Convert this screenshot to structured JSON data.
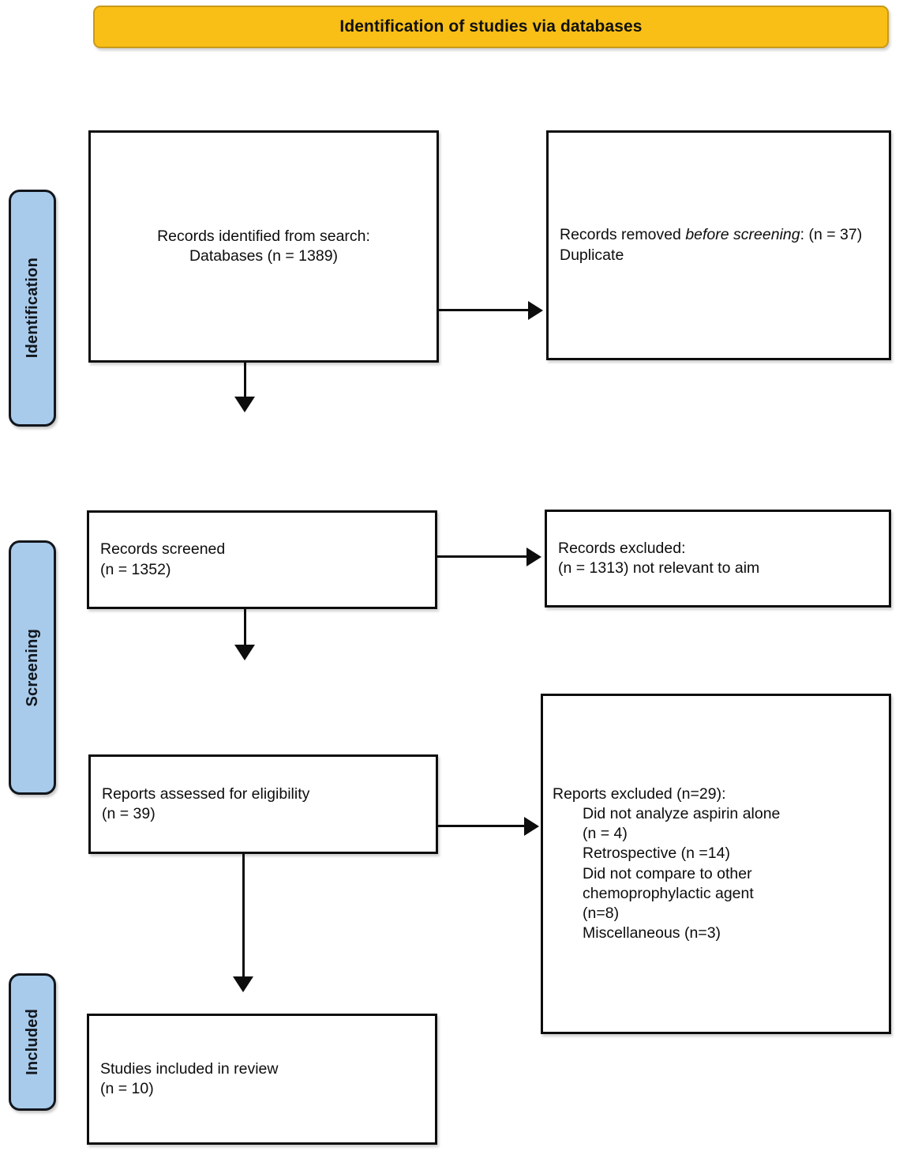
{
  "banner": {
    "title": "Identification of studies via databases",
    "fill_color": "#f9bf16",
    "border_color": "#c9991a"
  },
  "stages": [
    {
      "id": "identification",
      "label": "Identification",
      "fill_color": "#a8cbeb"
    },
    {
      "id": "screening",
      "label": "Screening",
      "fill_color": "#a8cbeb"
    },
    {
      "id": "included",
      "label": "Included",
      "fill_color": "#a8cbeb"
    }
  ],
  "boxes": {
    "identified": {
      "line1": "Records identified from search:",
      "line2": "Databases (n = 1389)",
      "text": "Records identified from search:\nDatabases (n = 1389)"
    },
    "removed": {
      "prefix": "Records removed ",
      "italic1": "before",
      "italic2": "screening",
      "suffix": ": (n = 37) Duplicate"
    },
    "screened": {
      "text": "Records screened\n(n = 1352)"
    },
    "excluded": {
      "text": "Records excluded:\n(n = 1313) not relevant to aim"
    },
    "eligibility": {
      "text": "Reports assessed for eligibility\n(n = 39)"
    },
    "reports_excluded": {
      "heading": "Reports excluded (n=29):",
      "items": [
        "Did not analyze aspirin alone",
        "(n = 4)",
        "Retrospective (n =14)",
        "Did not compare to other",
        "chemoprophylactic agent",
        "(n=8)",
        "Miscellaneous (n=3)"
      ]
    },
    "included": {
      "text": "Studies included in review\n(n = 10)"
    }
  },
  "chart_data": {
    "type": "diagram",
    "title": "Identification of studies via databases",
    "nodes": [
      {
        "id": "identified",
        "stage": "Identification",
        "label": "Records identified from search: Databases",
        "n": 1389
      },
      {
        "id": "removed",
        "stage": "Identification",
        "label": "Records removed before screening: Duplicate",
        "n": 37
      },
      {
        "id": "screened",
        "stage": "Screening",
        "label": "Records screened",
        "n": 1352
      },
      {
        "id": "excluded",
        "stage": "Screening",
        "label": "Records excluded: not relevant to aim",
        "n": 1313
      },
      {
        "id": "eligibility",
        "stage": "Screening",
        "label": "Reports assessed for eligibility",
        "n": 39
      },
      {
        "id": "reports_excluded",
        "stage": "Screening",
        "label": "Reports excluded",
        "n": 29,
        "breakdown": [
          {
            "reason": "Did not analyze aspirin alone",
            "n": 4
          },
          {
            "reason": "Retrospective",
            "n": 14
          },
          {
            "reason": "Did not compare to other chemoprophylactic agent",
            "n": 8
          },
          {
            "reason": "Miscellaneous",
            "n": 3
          }
        ]
      },
      {
        "id": "included",
        "stage": "Included",
        "label": "Studies included in review",
        "n": 10
      }
    ],
    "edges": [
      {
        "from": "identified",
        "to": "removed",
        "direction": "right"
      },
      {
        "from": "identified",
        "to": "screened",
        "direction": "down"
      },
      {
        "from": "screened",
        "to": "excluded",
        "direction": "right"
      },
      {
        "from": "screened",
        "to": "eligibility",
        "direction": "down"
      },
      {
        "from": "eligibility",
        "to": "reports_excluded",
        "direction": "right"
      },
      {
        "from": "eligibility",
        "to": "included",
        "direction": "down"
      }
    ]
  }
}
